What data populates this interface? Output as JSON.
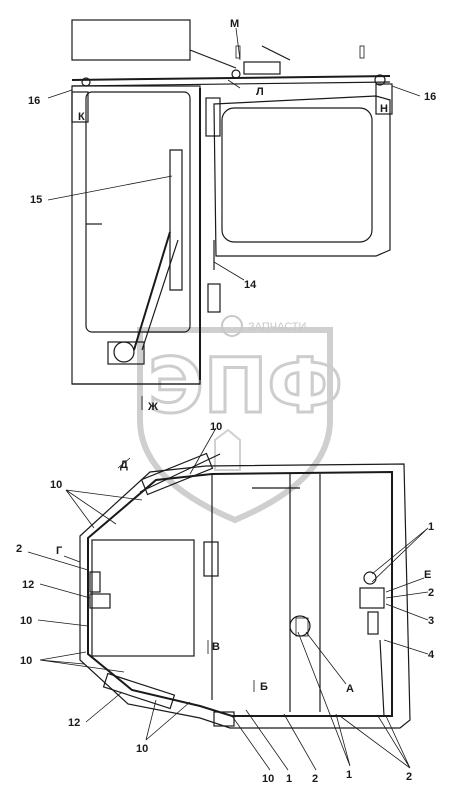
{
  "watermark": {
    "line": "ЗАПЧАСТИ",
    "logo_letters": "ЭПФ"
  },
  "top_view": {
    "labels": {
      "m": "М",
      "l": "Л",
      "k": "К",
      "n": "Н",
      "zh": "Ж",
      "left_16": "16",
      "right_16": "16",
      "15": "15",
      "14": "14"
    }
  },
  "bottom_view": {
    "labels": {
      "d": "Д",
      "g": "Г",
      "v": "В",
      "b": "Б",
      "a": "А",
      "e": "Е",
      "top_10": "10",
      "left_10a": "10",
      "left_2": "2",
      "left_12a": "12",
      "left_10b": "10",
      "left_10c": "10",
      "left_12b": "12",
      "bottom_10a": "10",
      "bottom_10b": "10",
      "bottom_1a": "1",
      "bottom_2a": "2",
      "bottom_1b": "1",
      "bottom_2b": "2",
      "right_1": "1",
      "right_2": "2",
      "right_3": "3",
      "right_4": "4"
    }
  }
}
